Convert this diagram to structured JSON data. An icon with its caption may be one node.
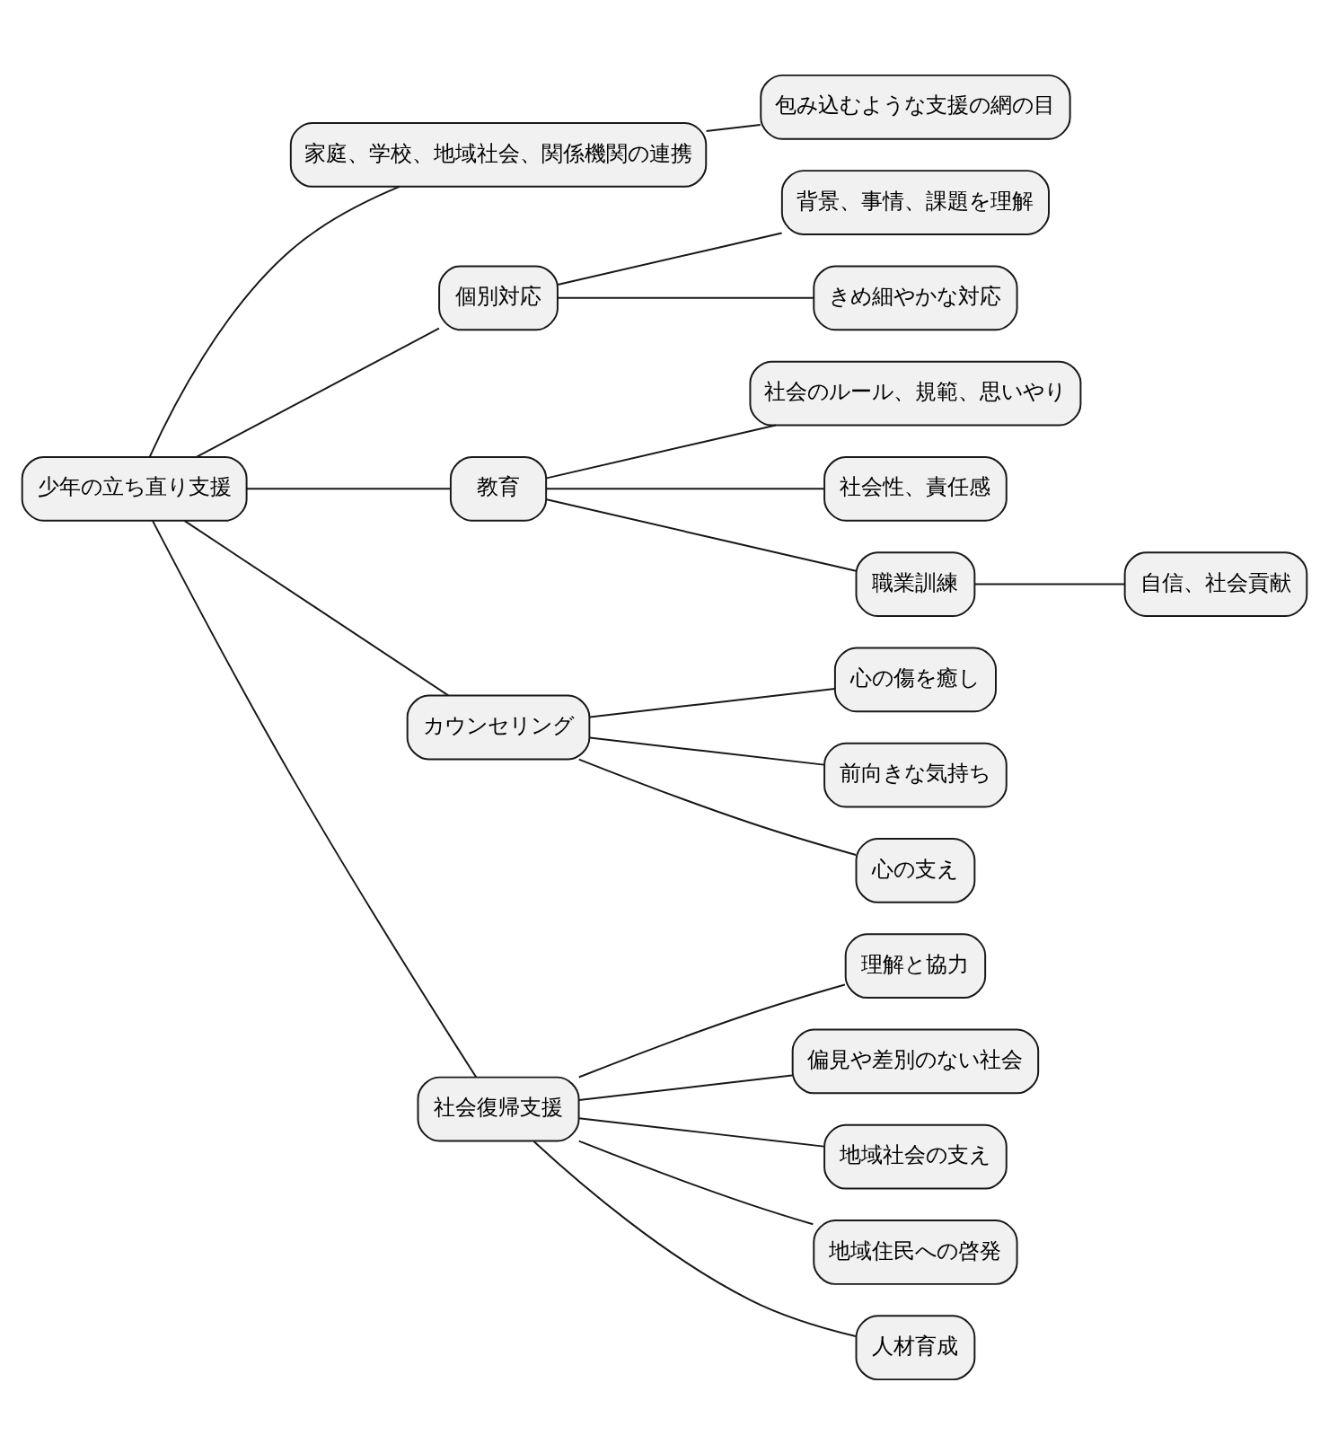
{
  "diagram": {
    "nodes": [
      {
        "text": [
          "少年の立ち直り支援"
        ]
      },
      {
        "text": [
          "家庭、学校、地域社会、関係機関の連携"
        ]
      },
      {
        "text": [
          "包み込むような支援の網の目"
        ]
      },
      {
        "text": [
          "個別対応"
        ]
      },
      {
        "text": [
          "背景、事情、課題を理解"
        ]
      },
      {
        "text": [
          "きめ細やかな対応"
        ]
      },
      {
        "text": [
          "教育"
        ]
      },
      {
        "text": [
          "社会のルール、規範、思いやり"
        ]
      },
      {
        "text": [
          "社会性、責任感"
        ]
      },
      {
        "text": [
          "職業訓練"
        ]
      },
      {
        "text": [
          "自信、社会貢献"
        ]
      },
      {
        "text": [
          "カウンセリング"
        ]
      },
      {
        "text": [
          "心の傷を癒し"
        ]
      },
      {
        "text": [
          "前向きな気持ち"
        ]
      },
      {
        "text": [
          "心の支え"
        ]
      },
      {
        "text": [
          "社会復帰支援"
        ]
      },
      {
        "text": [
          "理解と協力"
        ]
      },
      {
        "text": [
          "偏見や差別のない社会"
        ]
      },
      {
        "text": [
          "地域社会の支え"
        ]
      },
      {
        "text": [
          "地域住民への啓発"
        ]
      },
      {
        "text": [
          "人材育成"
        ]
      }
    ],
    "edges": [
      {
        "from": 0,
        "to": 1,
        "arrow": "none"
      },
      {
        "from": 1,
        "to": 2,
        "arrow": "none"
      },
      {
        "from": 0,
        "to": 3,
        "arrow": "none"
      },
      {
        "from": 3,
        "to": 4,
        "arrow": "none"
      },
      {
        "from": 3,
        "to": 5,
        "arrow": "none"
      },
      {
        "from": 0,
        "to": 6,
        "arrow": "none"
      },
      {
        "from": 6,
        "to": 7,
        "arrow": "none"
      },
      {
        "from": 6,
        "to": 8,
        "arrow": "none"
      },
      {
        "from": 6,
        "to": 9,
        "arrow": "none"
      },
      {
        "from": 9,
        "to": 10,
        "arrow": "none"
      },
      {
        "from": 0,
        "to": 11,
        "arrow": "none"
      },
      {
        "from": 11,
        "to": 12,
        "arrow": "none"
      },
      {
        "from": 11,
        "to": 13,
        "arrow": "none"
      },
      {
        "from": 11,
        "to": 14,
        "arrow": "none"
      },
      {
        "from": 0,
        "to": 15,
        "arrow": "none"
      },
      {
        "from": 15,
        "to": 16,
        "arrow": "none"
      },
      {
        "from": 15,
        "to": 17,
        "arrow": "none"
      },
      {
        "from": 15,
        "to": 18,
        "arrow": "none"
      },
      {
        "from": 15,
        "to": 19,
        "arrow": "none"
      },
      {
        "from": 15,
        "to": 20,
        "arrow": "none"
      }
    ]
  }
}
